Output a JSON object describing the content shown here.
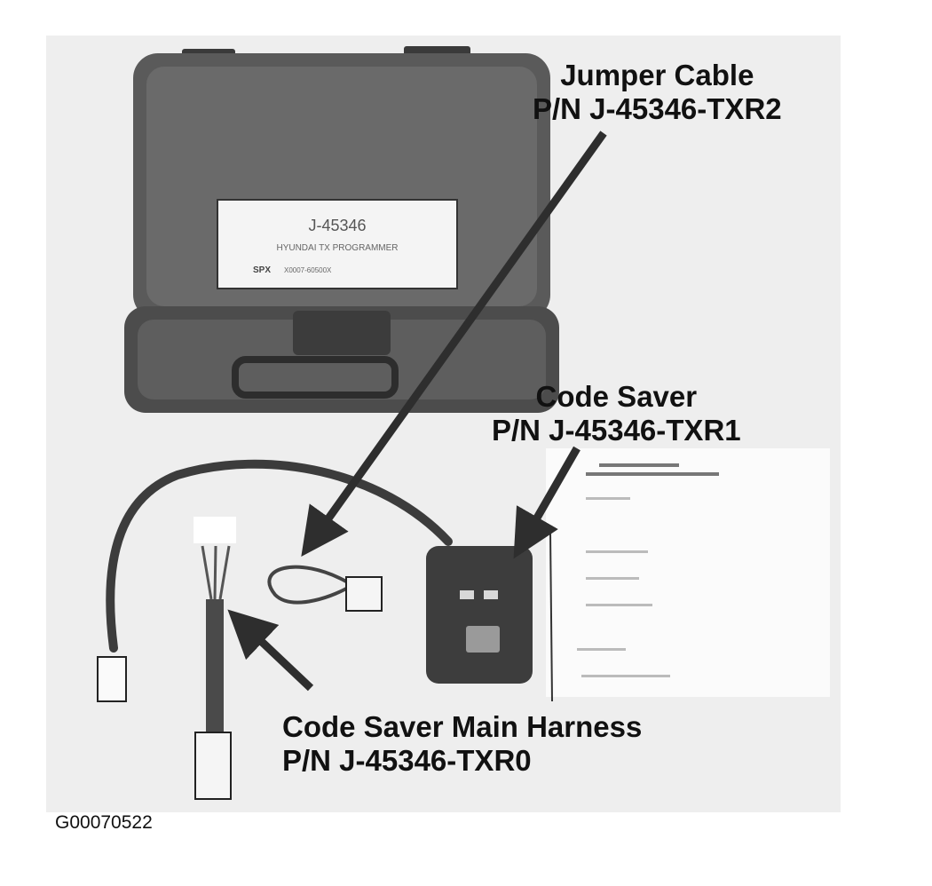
{
  "callouts": {
    "jumper_cable": {
      "name": "Jumper Cable",
      "part_number": "P/N J-45346-TXR2"
    },
    "code_saver": {
      "name": "Code Saver",
      "part_number": "P/N J-45346-TXR1"
    },
    "main_harness": {
      "name": "Code Saver Main Harness",
      "part_number": "P/N J-45346-TXR0"
    }
  },
  "case_label": {
    "title": "J-45346",
    "subtitle": "HYUNDAI TX PROGRAMMER",
    "brand": "SPX",
    "code": "X0007-60500X"
  },
  "figure_id": "G00070522",
  "colors": {
    "photo_gray": "#7a7a7a",
    "case_dark": "#4a4a4a",
    "ink": "#111111"
  }
}
